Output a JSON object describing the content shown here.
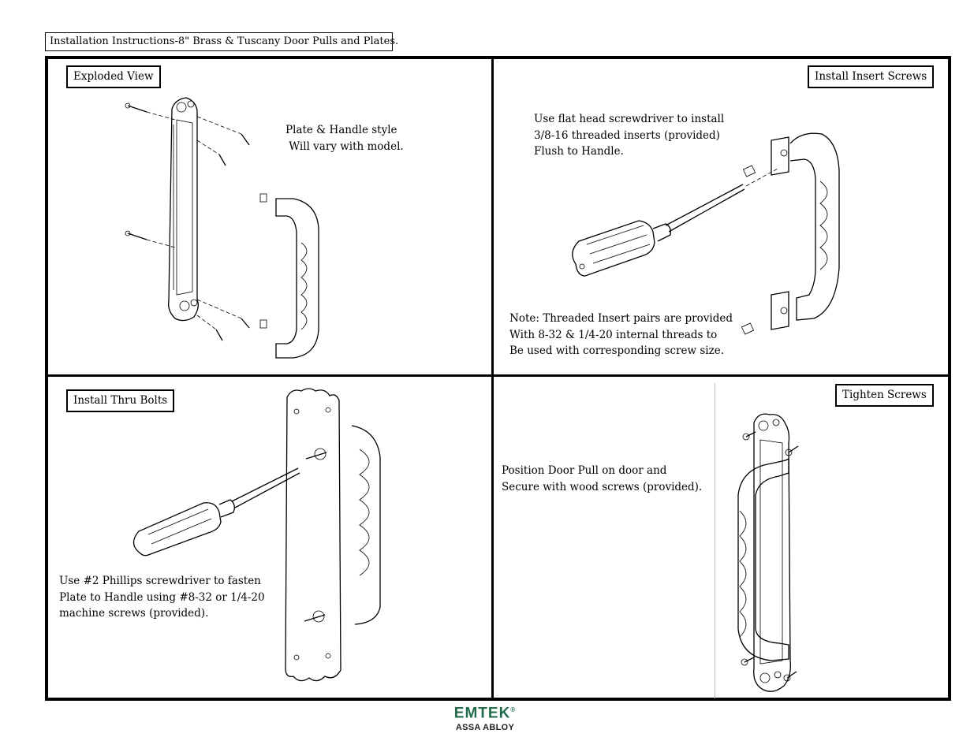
{
  "document": {
    "title": "Installation Instructions-8\" Brass & Tuscany Door Pulls and Plates."
  },
  "panels": {
    "exploded": {
      "label": "Exploded View",
      "lines": [
        "Plate & Handle style",
        " Will vary with model."
      ]
    },
    "insert": {
      "label": "Install Insert Screws",
      "instruction": [
        "Use flat head screwdriver to install",
        "3/8-16 threaded inserts (provided)",
        "Flush to Handle."
      ],
      "note": [
        "Note: Threaded Insert pairs are provided",
        "With 8-32 & 1/4-20 internal threads to",
        "Be used with corresponding screw size."
      ]
    },
    "thru_bolts": {
      "label": "Install Thru Bolts",
      "lines": [
        "Use #2 Phillips screwdriver to fasten",
        "Plate to Handle using #8-32 or 1/4-20",
        "machine screws (provided)."
      ]
    },
    "tighten": {
      "label": "Tighten Screws",
      "lines": [
        "Position Door Pull on door and",
        "Secure with wood screws (provided)."
      ]
    }
  },
  "logo": {
    "brand": "EMTEK",
    "registered": "®",
    "parent": "ASSA ABLOY",
    "brand_color": "#1f6b4a"
  },
  "icons": [
    "screwdriver-flat-icon",
    "screwdriver-phillips-icon",
    "door-pull-icon",
    "screw-icon"
  ]
}
